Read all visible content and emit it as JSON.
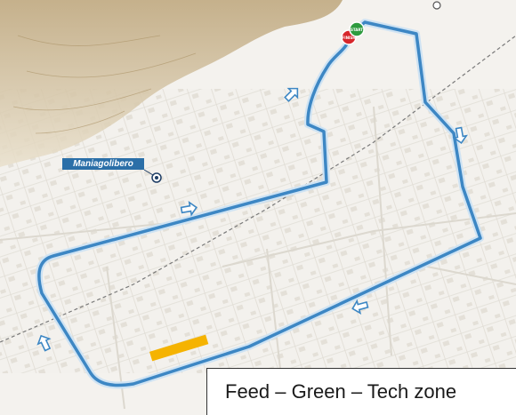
{
  "map": {
    "town_name": "Maniagolibero",
    "legend_text": "Feed – Green – Tech zone",
    "start_badge": "START",
    "finish_badge": "FINISH",
    "colors": {
      "route": "#3d87c4",
      "route_edge": "#cfe3f3",
      "hills": "#c9b48e",
      "feed_zone": "#f5b301",
      "start": "#2e9b3e",
      "finish": "#d7262b",
      "town_label_bg": "#2b6fa8"
    },
    "direction_arrows": [
      "up-right",
      "down",
      "right",
      "left",
      "up"
    ]
  }
}
